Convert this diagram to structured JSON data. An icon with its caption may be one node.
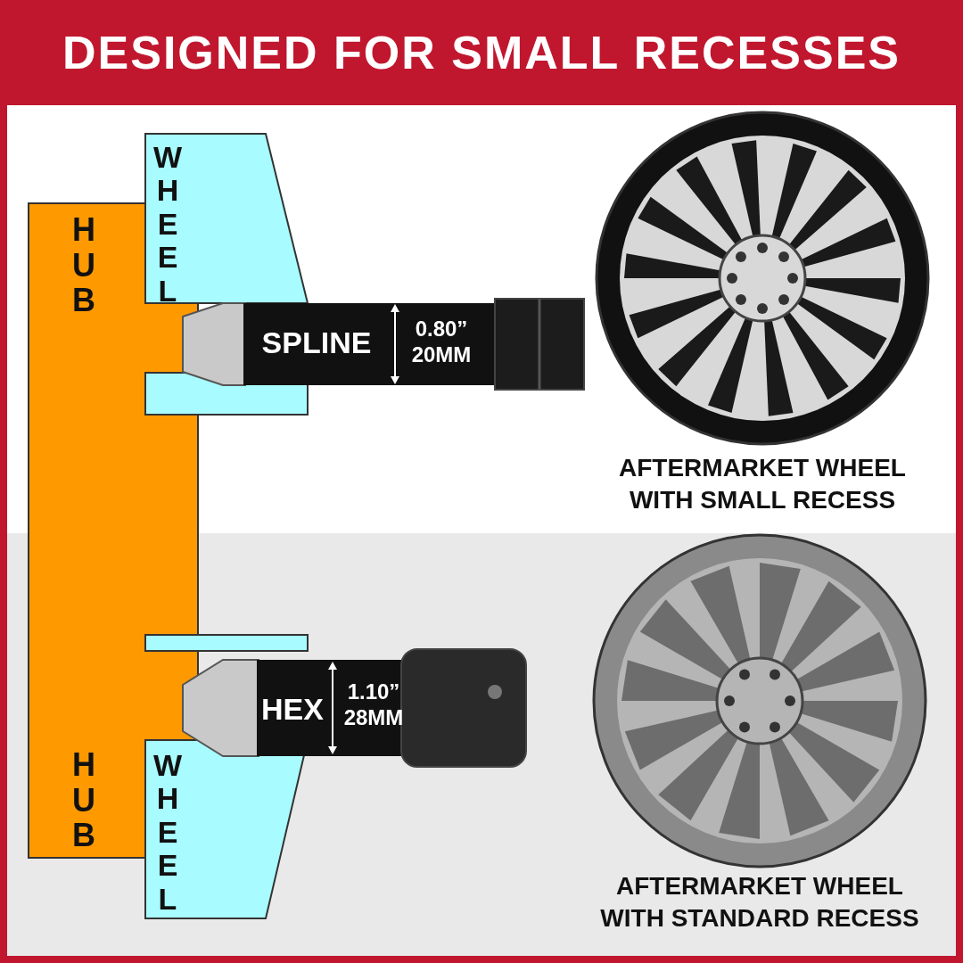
{
  "diagram": {
    "title": "DESIGNED FOR SMALL RECESSES",
    "nodes": [
      {
        "text": [
          "HUB",
          "HUB"
        ]
      },
      {
        "text": [
          "WHEEL"
        ]
      },
      {
        "text": [
          "SPLINE",
          "0.80” 20MM"
        ]
      },
      {
        "text": [],
        "shape": "picture",
        "beside": [
          "AFTERMARKET WHEEL WITH SMALL RECESS"
        ]
      },
      {
        "text": [
          "WHEEL"
        ]
      },
      {
        "text": [
          "HEX",
          "1.10” 28MM"
        ]
      },
      {
        "text": [],
        "shape": "picture",
        "beside": [
          "AFTERMARKET WHEEL WITH STANDARD RECESS"
        ]
      }
    ]
  }
}
